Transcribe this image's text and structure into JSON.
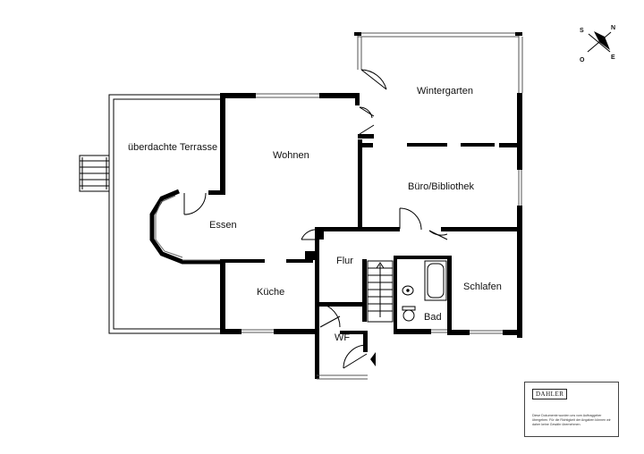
{
  "rooms": {
    "terrace": "überdachte Terrasse",
    "living": "Wohnen",
    "winter_garden": "Wintergarten",
    "office": "Büro/Bibliothek",
    "dining": "Essen",
    "hall": "Flur",
    "kitchen": "Küche",
    "bedroom": "Schlafen",
    "bath": "Bad",
    "wc": "WF"
  },
  "compass": {
    "north": "N",
    "south": "S",
    "east": "E",
    "west": "O"
  },
  "legend": {
    "brand": "DAHLER",
    "disclaimer": "Diese Dokumente wurden uns vom Auftraggeber übergeben. Für die Richtigkeit der Angaben können wir daher keine Gewähr übernehmen."
  },
  "colors": {
    "wall": "#000000",
    "window": "#666666",
    "background": "#ffffff"
  }
}
